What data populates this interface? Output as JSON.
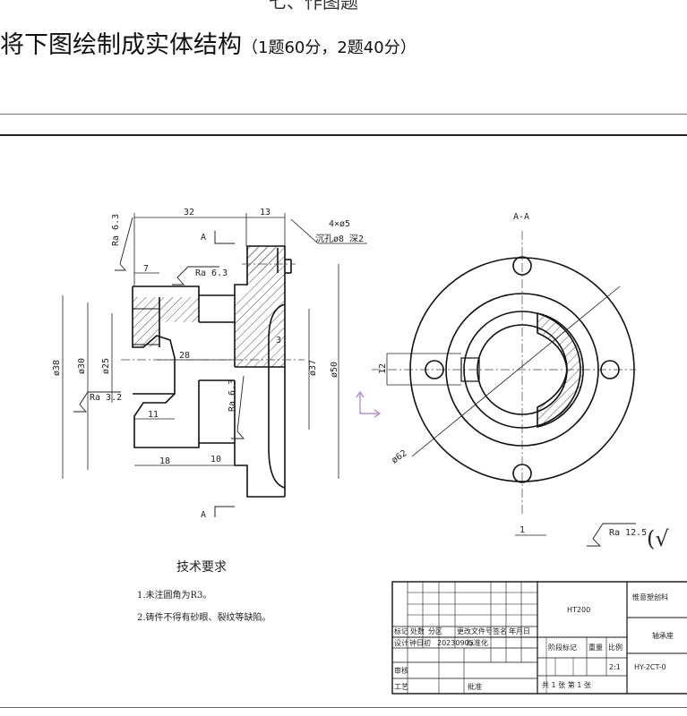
{
  "header": {
    "cut_title": "七、作图题",
    "question_main": "将下图绘制成实体结构",
    "question_score": "（1题60分，2题40分）"
  },
  "drawing": {
    "section_label": "A-A",
    "section_mark_top": "A",
    "section_mark_bottom": "A",
    "dims": {
      "d32": "32",
      "d13": "13",
      "holes_a": "4×ø5",
      "holes_b": "沉孔ø8 深2",
      "ra63_a": "Ra 6.3",
      "ra63_b": "Ra 6.3",
      "ra63_c": "Ra 6.3",
      "ra32": "Ra 3.2",
      "d7": "7",
      "d28": "28",
      "d3": "3",
      "d11": "11",
      "d18": "18",
      "d10": "10",
      "phi38": "ø38",
      "phi30": "ø30",
      "phi25": "ø25",
      "phi37": "ø37",
      "phi50": "ø50",
      "d12": "12",
      "phi62": "ø62",
      "d1": "1",
      "ra125": "Ra 12.5"
    },
    "tech_title": "技术要求",
    "tech_notes": [
      "1.未注圆角为R3。",
      "2.铸件不得有砂眼、裂纹等缺陷。"
    ]
  },
  "title_block": {
    "material": "HT200",
    "company": "惟意塑创科",
    "part_name": "轴承座",
    "drawing_no": "HY-2CT-0",
    "row_labels": [
      "标记",
      "处数",
      "分区",
      "更改文件号",
      "签名",
      "年月日"
    ],
    "design_row": [
      "设计",
      "钟日初",
      "20230905",
      "标准化"
    ],
    "stage_label": "阶段标记",
    "weight_label": "重量",
    "scale_label": "比例",
    "scale_value": "2:1",
    "review_label": "审核",
    "process_label": "工艺",
    "approve_label": "批准",
    "sheets_label": "共 1 张  第 1 张"
  }
}
